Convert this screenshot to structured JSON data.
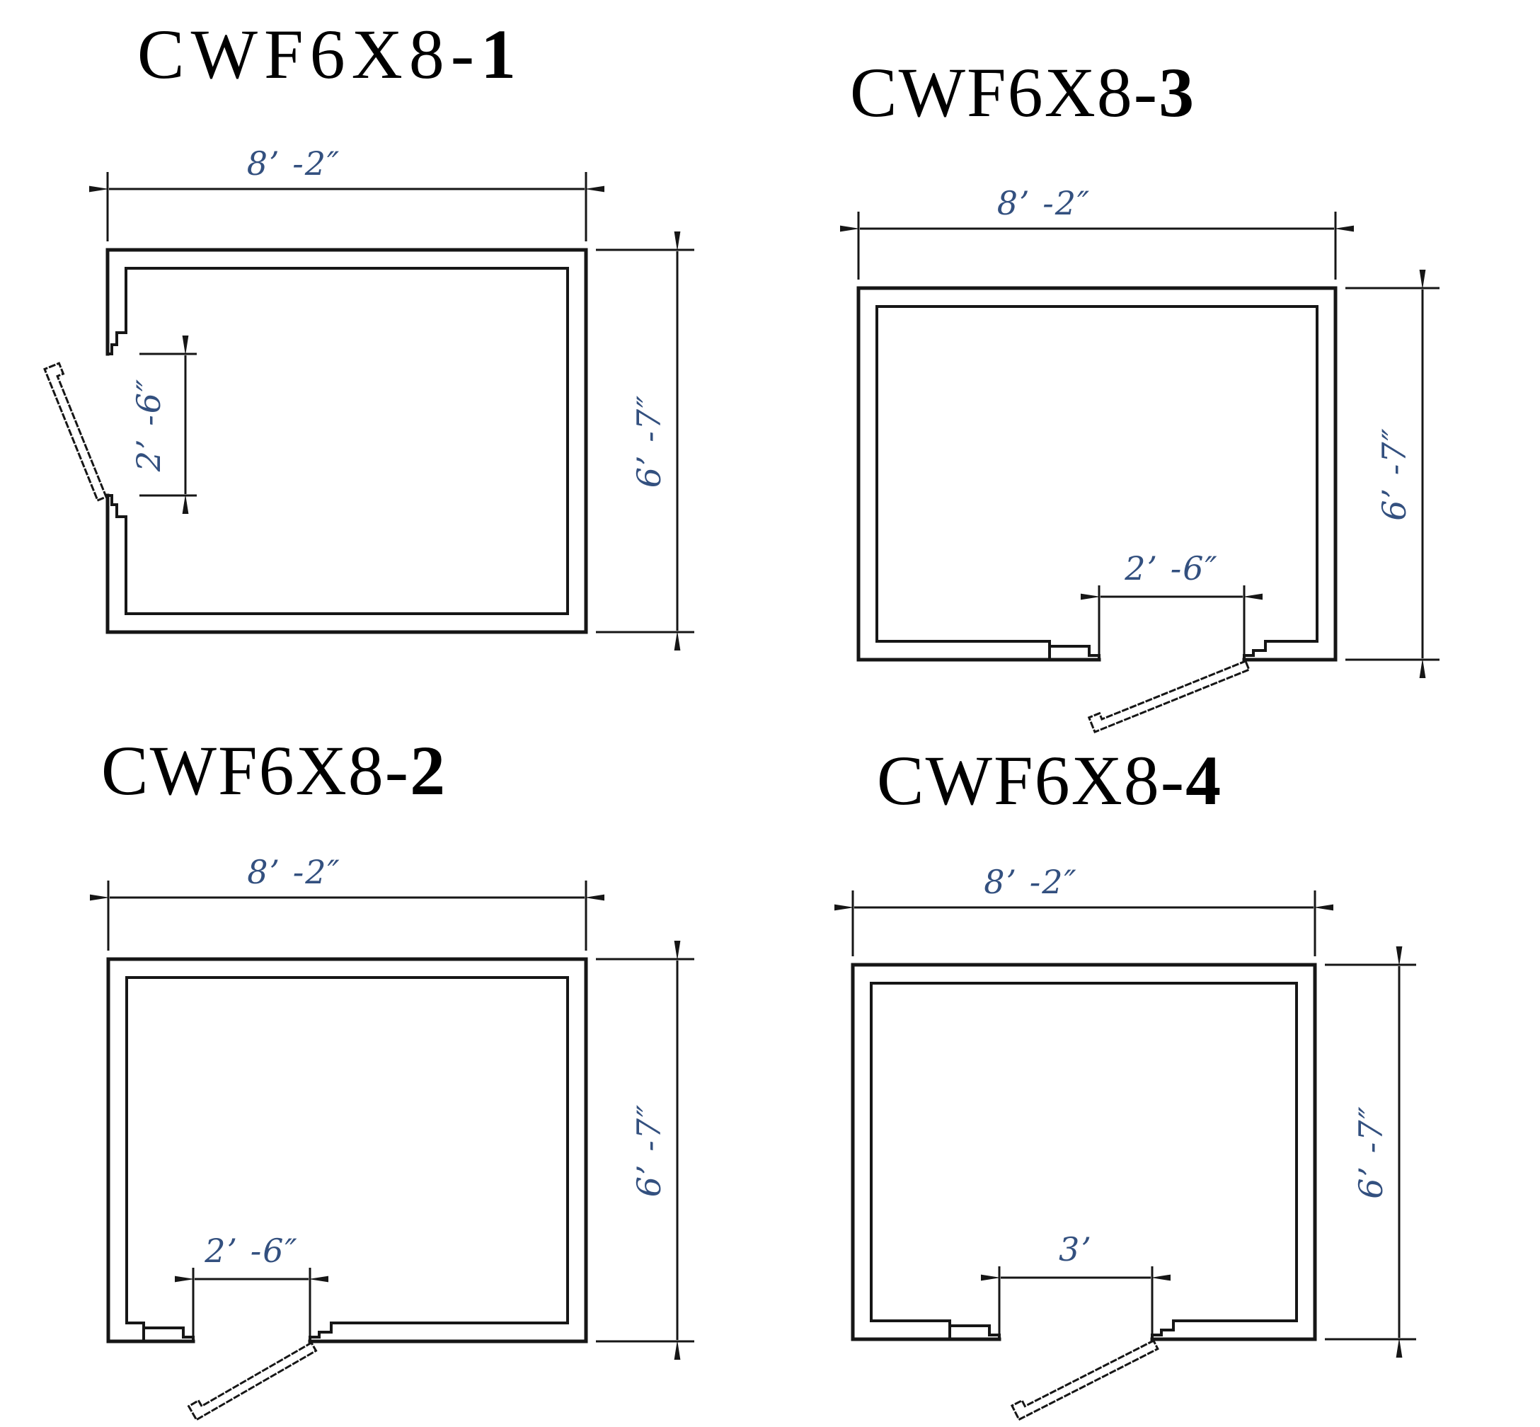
{
  "sheet": {
    "description": "Walk-in cooler/freezer floor plan sheet with four plan variants",
    "background": "#ffffff"
  },
  "colors": {
    "line": "#161616",
    "dim_text": "#33507f",
    "title_text": "#000000"
  },
  "plans": [
    {
      "id": "CWF6X8-1",
      "label_prefix": "CWF6X8-",
      "label_number": "1",
      "width_label": "8’ -2″",
      "height_label": "6’ -7″",
      "door_width_label": "2’ -6″",
      "door_wall": "left",
      "door_swing": "outward"
    },
    {
      "id": "CWF6X8-2",
      "label_prefix": "CWF6X8-",
      "label_number": "2",
      "width_label": "8’ -2″",
      "height_label": "6’ -7″",
      "door_width_label": "2’ -6″",
      "door_wall": "bottom-left",
      "door_swing": "outward"
    },
    {
      "id": "CWF6X8-3",
      "label_prefix": "CWF6X8-",
      "label_number": "3",
      "width_label": "8’ -2″",
      "height_label": "6’ -7″",
      "door_width_label": "2’ -6″",
      "door_wall": "bottom-right",
      "door_swing": "outward"
    },
    {
      "id": "CWF6X8-4",
      "label_prefix": "CWF6X8-",
      "label_number": "4",
      "width_label": "8’ -2″",
      "height_label": "6’ -7″",
      "door_width_label": "3’",
      "door_wall": "bottom-center",
      "door_swing": "outward"
    }
  ]
}
